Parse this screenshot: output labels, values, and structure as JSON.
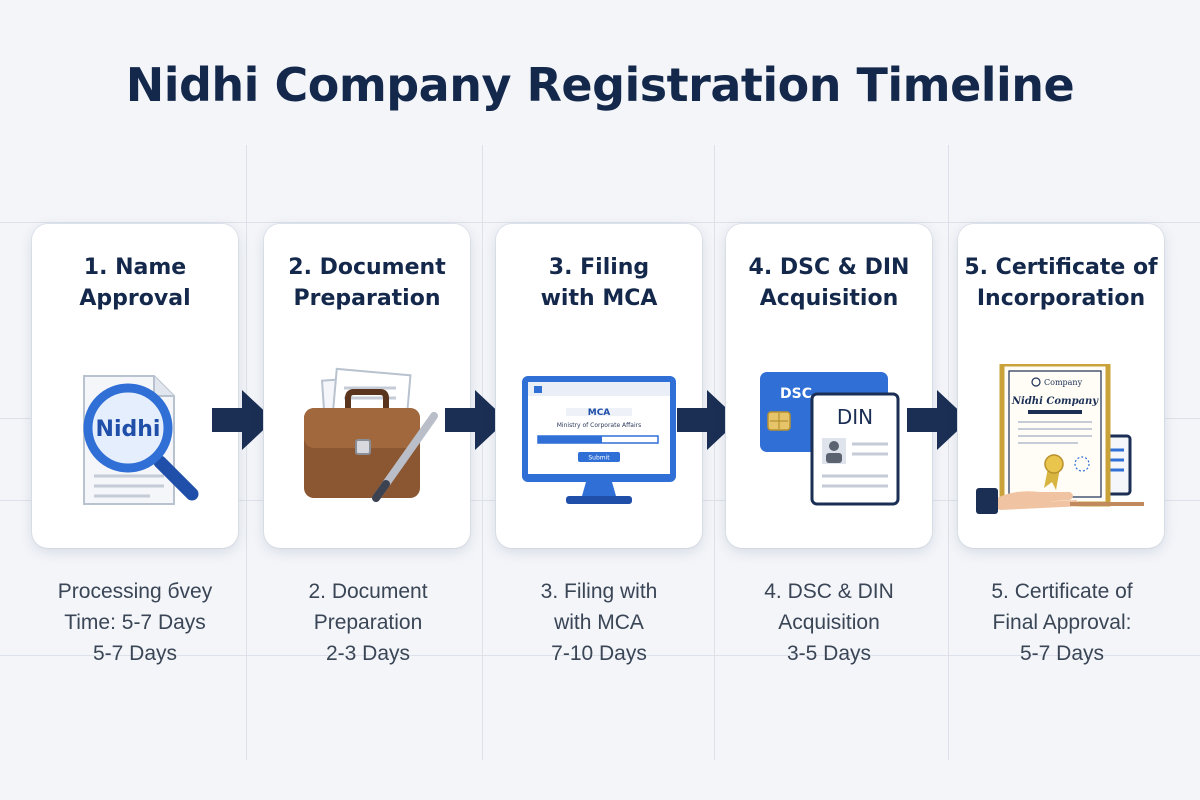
{
  "title": "Nidhi Company Registration Timeline",
  "steps": [
    {
      "title_line1": "1. Name",
      "title_line2": "Approval",
      "icon": "magnifier-document-icon",
      "icon_text": "Nidhi",
      "caption_lines": [
        "Processing бvey",
        "Time: 5-7 Days",
        "5-7 Days"
      ]
    },
    {
      "title_line1": "2. Document",
      "title_line2": "Preparation",
      "icon": "briefcase-pen-icon",
      "caption_lines": [
        "2. Document",
        "Preparation",
        "2-3 Days"
      ]
    },
    {
      "title_line1": "3. Filing",
      "title_line2": "with MCA",
      "icon": "computer-monitor-icon",
      "icon_text": "MCA",
      "screen_line1": "Ministry of Corporate Affairs",
      "screen_button": "Submit",
      "caption_lines": [
        "3. Filing with",
        "with MCA",
        "7-10 Days"
      ]
    },
    {
      "title_line1": "4. DSC & DIN",
      "title_line2": "Acquisition",
      "icon": "id-cards-icon",
      "dsc_label": "DSC",
      "din_label": "DIN",
      "caption_lines": [
        "4. DSC & DIN",
        "Acquisition",
        "3-5 Days"
      ]
    },
    {
      "title_line1": "5. Certificate of",
      "title_line2": "Incorporation",
      "icon": "certificate-icon",
      "cert_header": "Company",
      "cert_title": "Nidhi Company",
      "caption_lines": [
        "5. Certificate of",
        "Final Approval:",
        "5-7 Days"
      ]
    }
  ],
  "colors": {
    "title": "#14284b",
    "arrow": "#1b2f55",
    "accent_blue": "#2f6fd6",
    "card_bg": "#ffffff",
    "page_bg": "#f3f5f9"
  }
}
